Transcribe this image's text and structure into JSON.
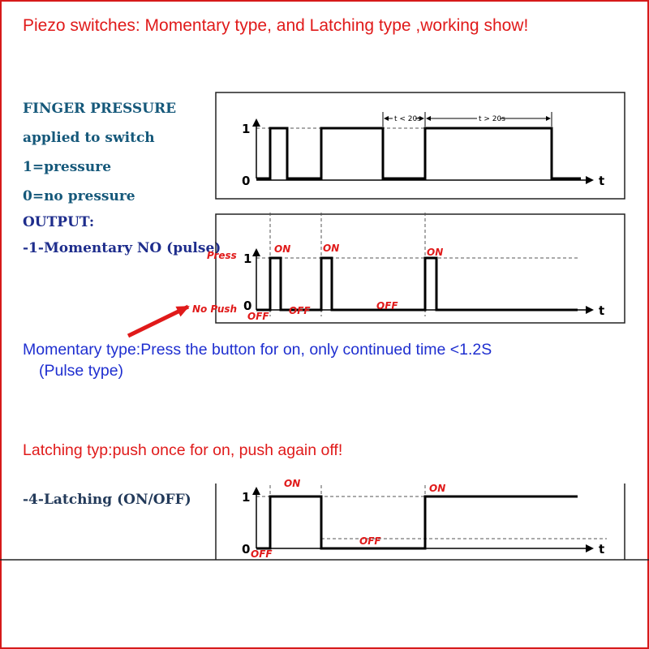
{
  "title": "Piezo switches: Momentary type, and Latching type ,working show!",
  "legend": {
    "finger_pressure": "FINGER PRESSURE",
    "applied": "applied to switch",
    "one": "1=pressure",
    "zero": "0=no pressure",
    "output": "OUTPUT:",
    "momentary": "-1-Momentary NO (pulse)",
    "latching": "-4-Latching (ON/OFF)"
  },
  "axis": {
    "one": "1",
    "zero": "0",
    "t": "t"
  },
  "timing": {
    "lt20": "t < 20s",
    "gt20": "t > 20s"
  },
  "labels": {
    "press": "Press",
    "no_push": "No Push",
    "on": "ON",
    "off": "OFF"
  },
  "momentary_desc": "Momentary type:Press the button for on, only continued time <1.2S",
  "pulse_type": "(Pulse type)",
  "latching_desc": "Latching typ:push once for on, push again off!",
  "colors": {
    "frame": "#d61a1a",
    "red_text": "#e01a1a",
    "blue_text": "#1f2fd0"
  }
}
